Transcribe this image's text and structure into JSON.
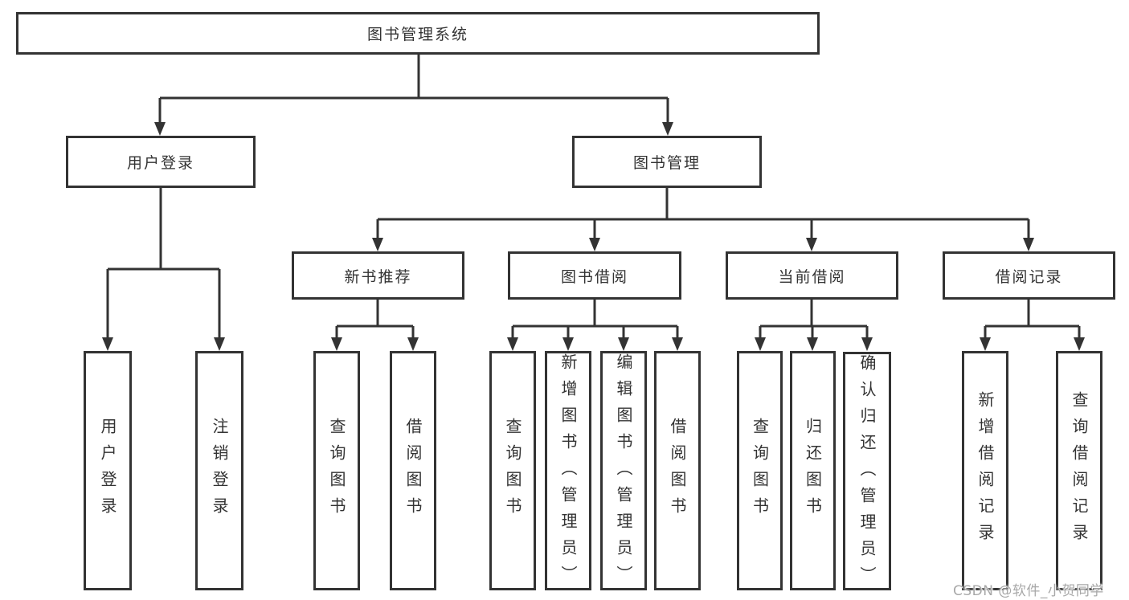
{
  "diagram": {
    "root": {
      "label": "图书管理系统"
    },
    "user_login": {
      "label": "用户登录",
      "children": [
        {
          "label": "用户登录"
        },
        {
          "label": "注销登录"
        }
      ]
    },
    "book_management": {
      "label": "图书管理"
    },
    "new_book": {
      "label": "新书推荐",
      "children": [
        {
          "label": "查询图书"
        },
        {
          "label": "借阅图书"
        }
      ]
    },
    "book_borrowing": {
      "label": "图书借阅",
      "children": [
        {
          "label": "查询图书"
        },
        {
          "label": "新增图书（管理员）"
        },
        {
          "label": "编辑图书（管理员）"
        },
        {
          "label": "借阅图书"
        }
      ]
    },
    "current_borrowing": {
      "label": "当前借阅",
      "children": [
        {
          "label": "查询图书"
        },
        {
          "label": "归还图书"
        },
        {
          "label": "确认归还（管理员）"
        }
      ]
    },
    "borrowing_records": {
      "label": "借阅记录",
      "children": [
        {
          "label": "新增借阅记录"
        },
        {
          "label": "查询借阅记录"
        }
      ]
    }
  },
  "colors": {
    "line": "#333333",
    "background": "#ffffff",
    "watermark": "#a8a8a8"
  },
  "watermark": {
    "text": "CSDN @软件_小贺同学"
  }
}
